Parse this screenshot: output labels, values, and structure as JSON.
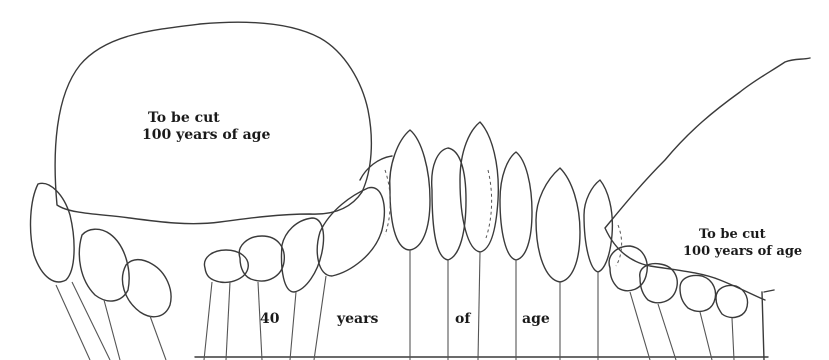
{
  "labels": {
    "left_crown": {
      "line1": "To be cut",
      "line2": "100 years of age"
    },
    "right_crown": {
      "line1": "To be cut",
      "line2": "100 years of age"
    },
    "bottom_row": {
      "w1": "40",
      "w2": "years",
      "w3": "of",
      "w4": "age"
    }
  }
}
